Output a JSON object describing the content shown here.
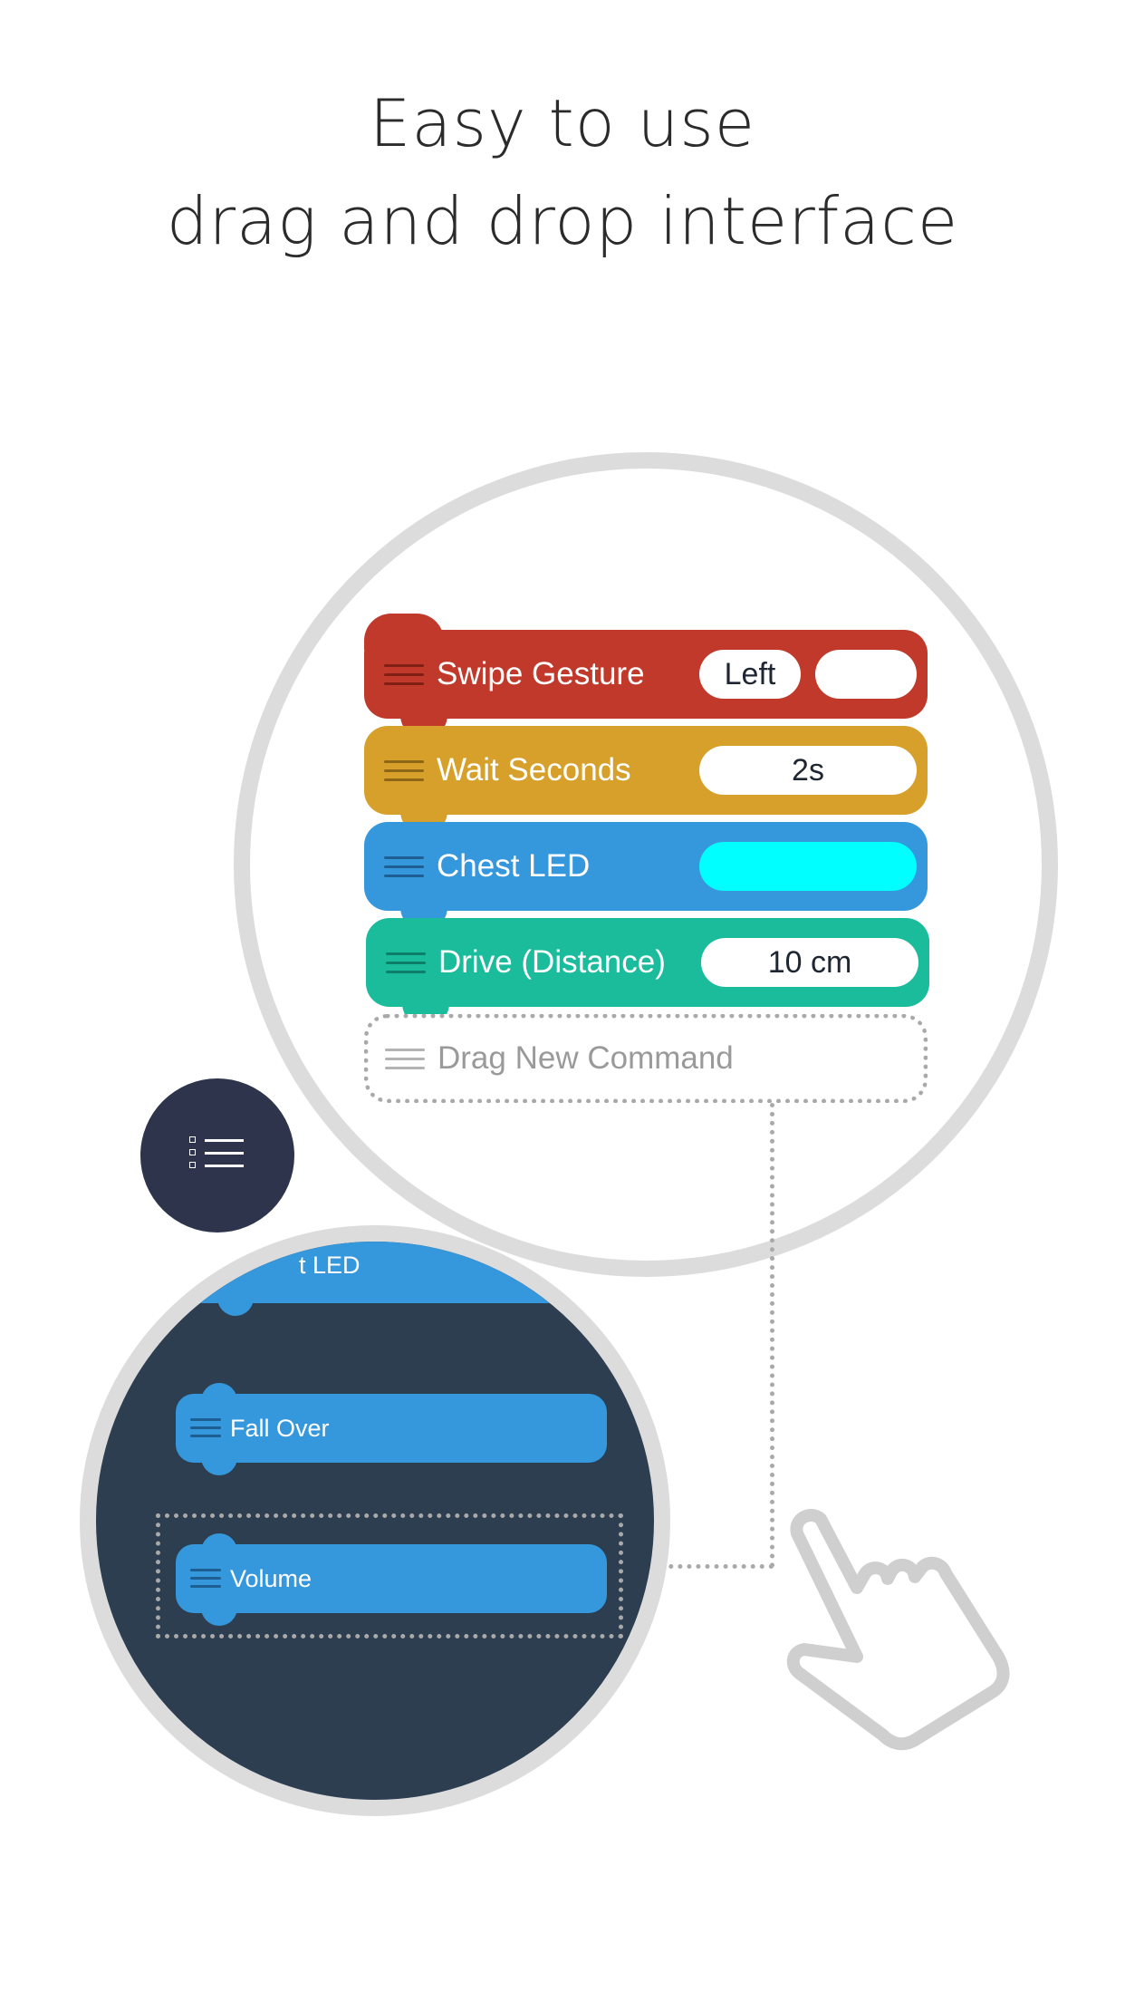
{
  "headline": {
    "line1": "Easy to use",
    "line2": "drag and drop interface"
  },
  "program_blocks": [
    {
      "label": "Swipe Gesture",
      "value": "Left",
      "color": "#c0392b"
    },
    {
      "label": "Wait Seconds",
      "value": "2s",
      "color": "#d6a02a"
    },
    {
      "label": "Chest LED",
      "value_color": "#00ffff",
      "color": "#3597dc"
    },
    {
      "label": "Drive (Distance)",
      "value": "10 cm",
      "color": "#1abc9c"
    },
    {
      "label": "Drag New Command"
    }
  ],
  "menu_button": {
    "icon": "list-icon"
  },
  "palette": {
    "partial_label": "t LED",
    "items": [
      {
        "label": "Fall Over"
      },
      {
        "label": "Volume"
      }
    ]
  },
  "colors": {
    "palette_background": "#2d3e50",
    "menu_button": "#2d344b",
    "circle_border": "#dcdcdc"
  },
  "hand_icon": "pointing-hand-icon"
}
